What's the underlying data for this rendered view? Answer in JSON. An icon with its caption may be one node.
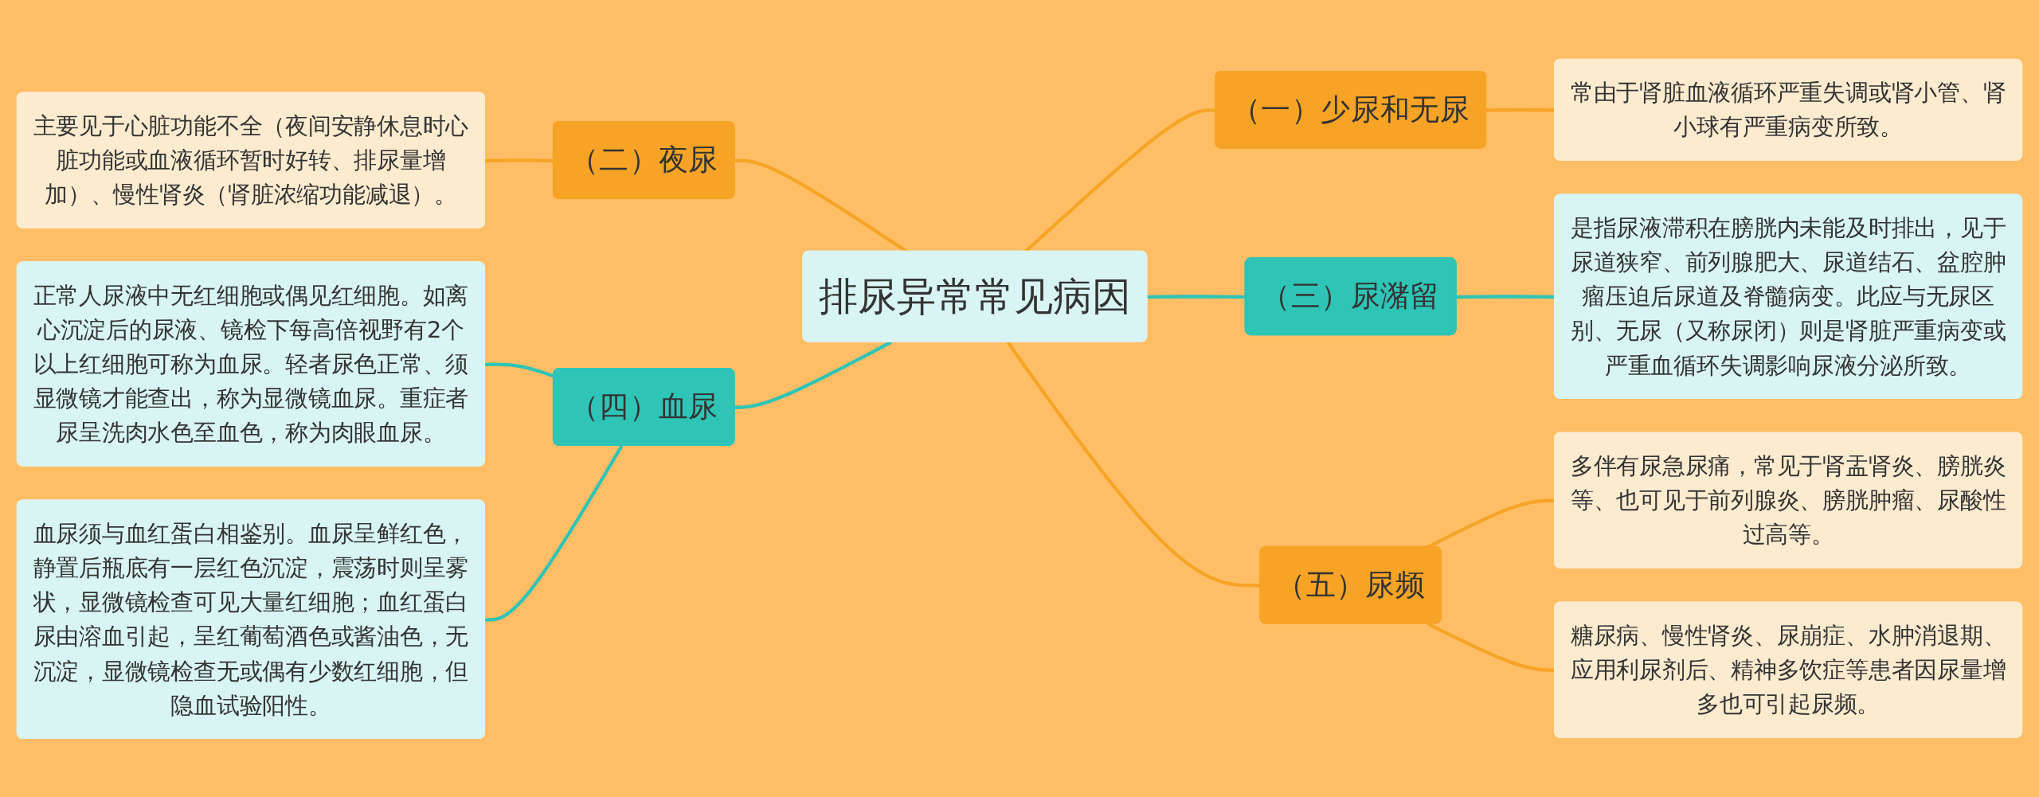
{
  "diagram": {
    "nodes": [
      {
        "text": [
          "排尿异常常见病因"
        ]
      },
      {
        "text": [
          "（一）少尿和无尿"
        ]
      },
      {
        "text": [
          "常由于肾脏血液循环严重失调或肾小管、肾小球有严重病变所致。"
        ]
      },
      {
        "text": [
          "（二）夜尿"
        ]
      },
      {
        "text": [
          "主要见于心脏功能不全（夜间安静休息时心脏功能或血液循环暂时好转、排尿量增加）、慢性肾炎（肾脏浓缩功能减退）。"
        ]
      },
      {
        "text": [
          "（三）尿潴留"
        ]
      },
      {
        "text": [
          "是指尿液滞积在膀胱内未能及时排出，见于尿道狭窄、前列腺肥大、尿道结石、盆腔肿瘤压迫后尿道及脊髓病变。此应与无尿区别、无尿（又称尿闭）则是肾脏严重病变或严重血循环失调影响尿液分泌所致。"
        ]
      },
      {
        "text": [
          "（四）血尿"
        ]
      },
      {
        "text": [
          "正常人尿液中无红细胞或偶见红细胞。如离心沉淀后的尿液、镜检下每高倍视野有2个以上红细胞可称为血尿。轻者尿色正常、须显微镜才能查出，称为显微镜血尿。重症者尿呈洗肉水色至血色，称为肉眼血尿。"
        ]
      },
      {
        "text": [
          "血尿须与血红蛋白相鉴别。血尿呈鲜红色，静置后瓶底有一层红色沉淀，震荡时则呈雾状，显微镜检查可见大量红细胞；血红蛋白尿由溶血引起，呈红葡萄酒色或酱油色，无沉淀，显微镜检查无或偶有少数红细胞，但隐血试验阳性。"
        ]
      },
      {
        "text": [
          "（五）尿频"
        ]
      },
      {
        "text": [
          "多伴有尿急尿痛，常见于肾盂肾炎、膀胱炎等、也可见于前列腺炎、膀胱肿瘤、尿酸性过高等。"
        ]
      },
      {
        "text": [
          "糖尿病、慢性肾炎、尿崩症、水肿消退期、应用利尿剂后、精神多饮症等患者因尿量增多也可引起尿频。"
        ]
      }
    ],
    "edges": [
      {
        "from": 0,
        "to": 1,
        "arrow": "none"
      },
      {
        "from": 1,
        "to": 2,
        "arrow": "none"
      },
      {
        "from": 0,
        "to": 3,
        "arrow": "none"
      },
      {
        "from": 3,
        "to": 4,
        "arrow": "none"
      },
      {
        "from": 0,
        "to": 5,
        "arrow": "none",
        "color": "#2ec4b6"
      },
      {
        "from": 5,
        "to": 6,
        "arrow": "none",
        "color": "#2ec4b6"
      },
      {
        "from": 0,
        "to": 7,
        "arrow": "none",
        "color": "#2ec4b6"
      },
      {
        "from": 7,
        "to": 8,
        "arrow": "none",
        "color": "#2ec4b6"
      },
      {
        "from": 7,
        "to": 9,
        "arrow": "none",
        "color": "#2ec4b6"
      },
      {
        "from": 0,
        "to": 10,
        "arrow": "none"
      },
      {
        "from": 10,
        "to": 11,
        "arrow": "none"
      },
      {
        "from": 10,
        "to": 12,
        "arrow": "none"
      }
    ]
  }
}
